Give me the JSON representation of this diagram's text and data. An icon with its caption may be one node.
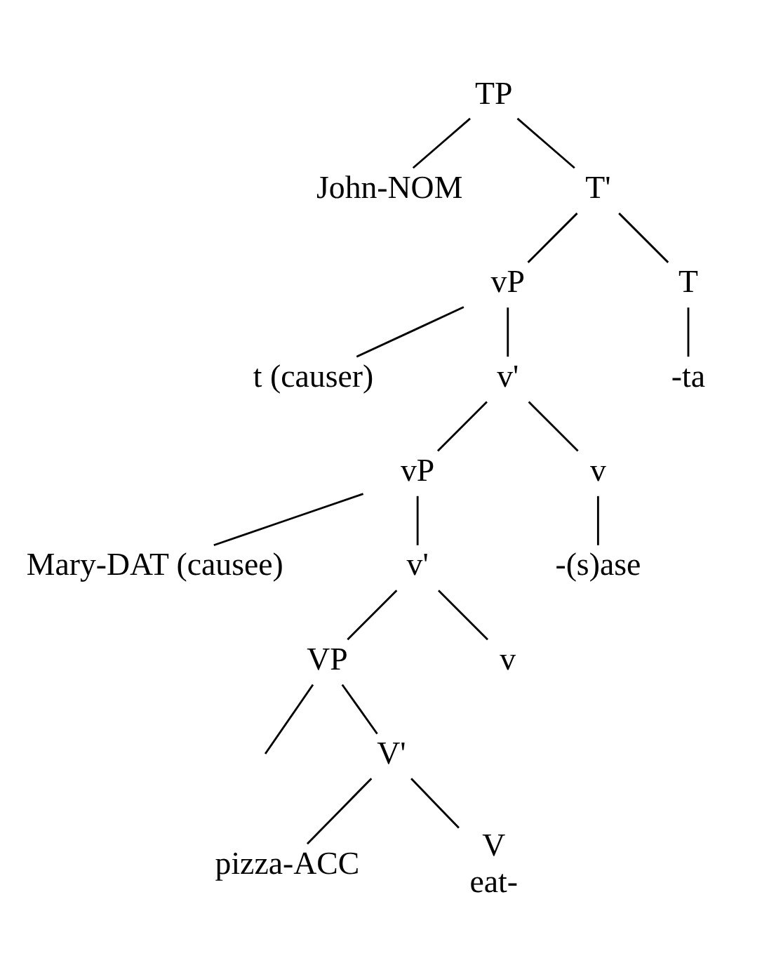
{
  "diagram": {
    "nodes": [
      {
        "text": [
          "TP"
        ]
      },
      {
        "text": [
          "John-NOM"
        ]
      },
      {
        "text": [
          "T'"
        ]
      },
      {
        "text": [
          "vP"
        ]
      },
      {
        "text": [
          "T"
        ]
      },
      {
        "text": [
          "t (causer)"
        ]
      },
      {
        "text": [
          "v'"
        ]
      },
      {
        "text": [
          "-ta"
        ]
      },
      {
        "text": [
          "vP"
        ]
      },
      {
        "text": [
          "v"
        ]
      },
      {
        "text": [
          "Mary-DAT (causee)"
        ]
      },
      {
        "text": [
          "v'"
        ]
      },
      {
        "text": [
          "-(s)ase"
        ]
      },
      {
        "text": [
          "VP"
        ]
      },
      {
        "text": [
          "v"
        ]
      },
      {
        "text": [
          "V'"
        ]
      },
      {
        "text": [
          "pizza-ACC"
        ]
      },
      {
        "text": [
          "V",
          "eat-"
        ]
      }
    ],
    "edges": [
      {
        "from": 0,
        "to": 1,
        "arrow": "none"
      },
      {
        "from": 0,
        "to": 2,
        "arrow": "none"
      },
      {
        "from": 2,
        "to": 3,
        "arrow": "none"
      },
      {
        "from": 2,
        "to": 4,
        "arrow": "none"
      },
      {
        "from": 3,
        "to": 5,
        "arrow": "none"
      },
      {
        "from": 3,
        "to": 6,
        "arrow": "none"
      },
      {
        "from": 4,
        "to": 7,
        "arrow": "none"
      },
      {
        "from": 6,
        "to": 8,
        "arrow": "none"
      },
      {
        "from": 6,
        "to": 9,
        "arrow": "none"
      },
      {
        "from": 8,
        "to": 10,
        "arrow": "none"
      },
      {
        "from": 8,
        "to": 11,
        "arrow": "none"
      },
      {
        "from": 9,
        "to": 12,
        "arrow": "none"
      },
      {
        "from": 11,
        "to": 13,
        "arrow": "none"
      },
      {
        "from": 11,
        "to": 14,
        "arrow": "none"
      },
      {
        "from": 13,
        "to": null,
        "arrow": "none"
      },
      {
        "from": 13,
        "to": 15,
        "arrow": "none"
      },
      {
        "from": 15,
        "to": 16,
        "arrow": "none"
      },
      {
        "from": 15,
        "to": 17,
        "arrow": "none"
      }
    ]
  }
}
